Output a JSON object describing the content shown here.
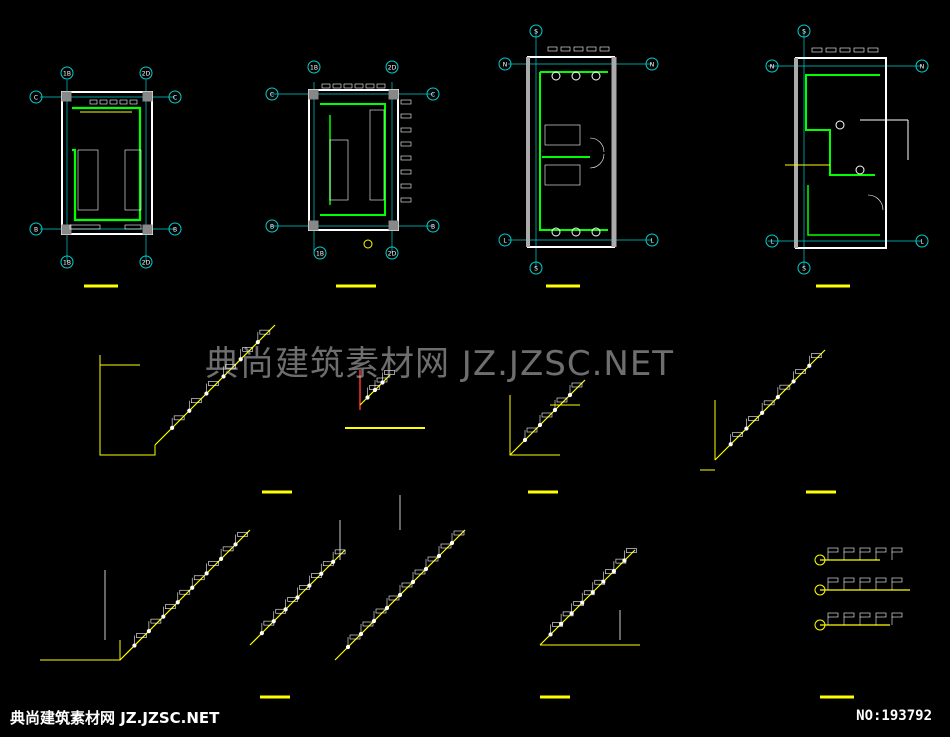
{
  "watermark": {
    "center_text": "典尚建筑素材网 JZ.JZSC.NET",
    "footer_left": "典尚建筑素材网 JZ.JZSC.NET",
    "footer_right": "NO:193792"
  },
  "colors": {
    "background": "#000000",
    "pipe": "#00ff00",
    "wall": "#ffffff",
    "grid_axis": "#00d0d0",
    "annotation": "#ffff00",
    "highlight": "#ff3030"
  },
  "plan_grid_labels": {
    "p1": [
      "1B",
      "2D",
      "C",
      "C",
      "B",
      "B",
      "1B",
      "2D"
    ],
    "p2": [
      "1B",
      "2D",
      "C",
      "C",
      "B",
      "B",
      "1B",
      "2D"
    ],
    "p3": [
      "N",
      "N",
      "L",
      "L"
    ],
    "p4": [
      "N",
      "N",
      "L",
      "L"
    ]
  },
  "icons": [
    "drawing-canvas-icon"
  ]
}
